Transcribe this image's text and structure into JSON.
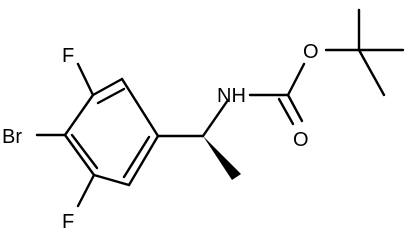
{
  "molecule": {
    "atoms": {
      "bromine": "Br",
      "fluorine_top": "F",
      "fluorine_bottom": "F",
      "nitrogen_h": "NH",
      "oxygen_ester": "O",
      "oxygen_carbonyl": "O"
    },
    "stereo_bonds": [
      {
        "type": "wedge",
        "between": [
          "chiral-C",
          "methyl"
        ]
      }
    ]
  },
  "colors": {
    "bond": "#000000",
    "label": "#000000",
    "background": "#ffffff"
  }
}
